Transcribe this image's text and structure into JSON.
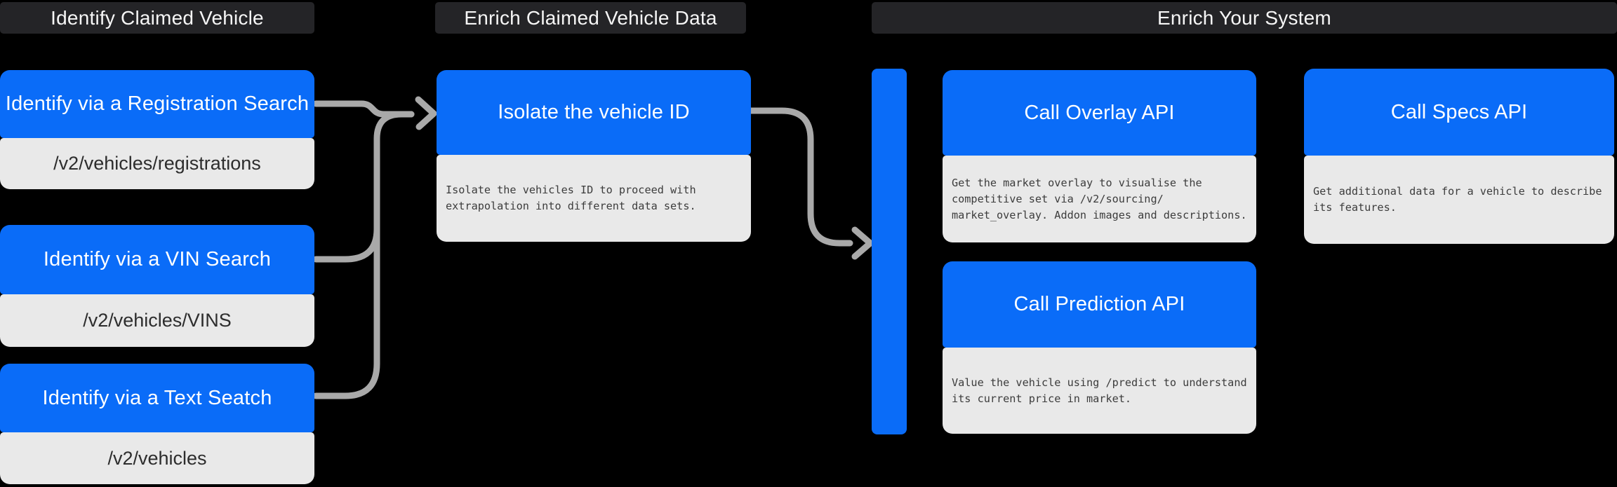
{
  "colors": {
    "background": "#000000",
    "section_header_bg": "#242427",
    "accent_blue": "#0a6cf8",
    "card_body_bg": "#e9e9e9",
    "arrow_gray": "#a9a9a9",
    "title_text": "#ffffff",
    "body_text": "#3c3c3c"
  },
  "headers": [
    {
      "label": "Identify Claimed Vehicle"
    },
    {
      "label": "Enrich Claimed Vehicle Data"
    },
    {
      "label": "Enrich Your System"
    }
  ],
  "identify_column": {
    "cards": [
      {
        "title": "Identify via a Registration Search",
        "endpoint": "/v2/vehicles/registrations"
      },
      {
        "title": "Identify via a VIN Search",
        "endpoint": "/v2/vehicles/VINS"
      },
      {
        "title": "Identify via a Text Seatch",
        "endpoint": "/v2/vehicles"
      }
    ]
  },
  "enrich_claimed": {
    "card": {
      "title": "Isolate the vehicle ID",
      "description": "Isolate the vehicles ID to proceed with\nextrapolation into different data sets."
    }
  },
  "enrich_system": {
    "cards": [
      {
        "title": "Call Overlay API",
        "description": "Get the market overlay to visualise the\ncompetitive set via /v2/sourcing/\nmarket_overlay. Addon images and descriptions."
      },
      {
        "title": "Call Prediction API",
        "description": "Value the vehicle using /predict to understand\nits current price in market."
      },
      {
        "title": "Call Specs API",
        "description": "Get additional data for a vehicle to describe\nits features."
      }
    ]
  }
}
